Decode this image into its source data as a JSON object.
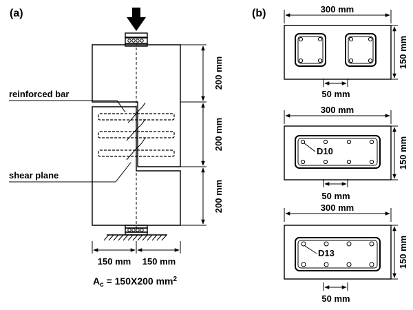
{
  "panel_a": {
    "label": "(a)",
    "labels": {
      "reinforced_bar": "reinforced bar",
      "shear_plane": "shear plane"
    },
    "dims": {
      "top_height": "200 mm",
      "middle_height": "200 mm",
      "bottom_height": "200 mm",
      "left_width": "150 mm",
      "right_width": "150 mm"
    },
    "area_prefix": "A",
    "area_subscript": "c",
    "area_text": " = 150X200 mm",
    "area_superscript": "2"
  },
  "panel_b": {
    "label": "(b)",
    "sections": [
      {
        "width_label": "300 mm",
        "height_label": "150 mm",
        "spacing_label": "50 mm",
        "bar_label": ""
      },
      {
        "width_label": "300 mm",
        "height_label": "150 mm",
        "spacing_label": "50 mm",
        "bar_label": "D10"
      },
      {
        "width_label": "300 mm",
        "height_label": "150 mm",
        "spacing_label": "50 mm",
        "bar_label": "D13"
      }
    ]
  }
}
